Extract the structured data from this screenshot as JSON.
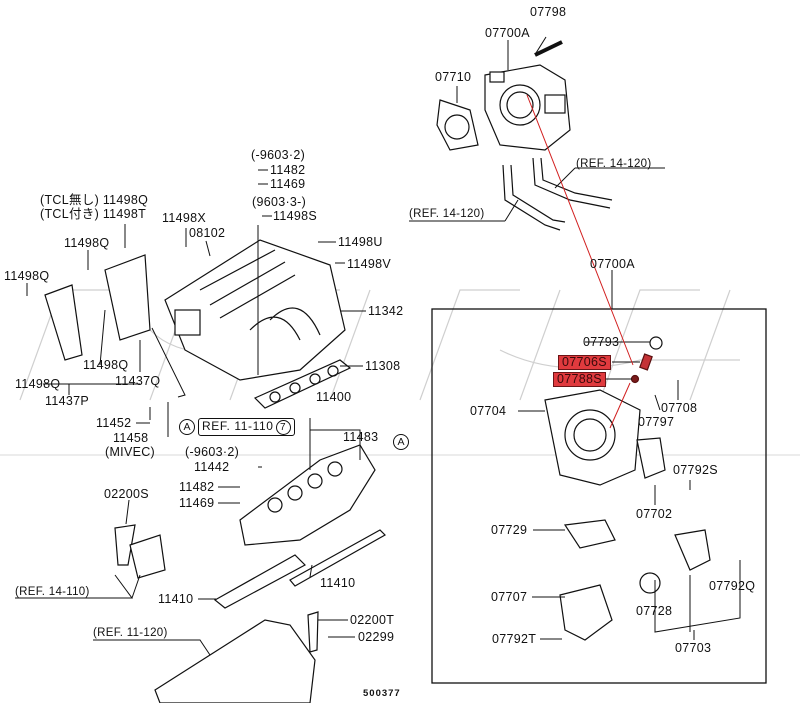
{
  "diagram": {
    "type": "exploded-parts-diagram",
    "subject": "Intake manifold and throttle body assembly",
    "code": "500377",
    "colors": {
      "highlight": "#e03a3e",
      "leader_line_red": "#d22020",
      "line": "#111111",
      "watermark": "#c8c8c8"
    },
    "top_assembly": {
      "labels": {
        "p07798": "07798",
        "p07700A_top": "07700A",
        "p07710": "07710",
        "ref_14_120_right": "(REF. 14-120)",
        "ref_14_120_left": "(REF. 14-120)",
        "p07700A_mid": "07700A"
      }
    },
    "manifold_upper": {
      "labels": {
        "note_9603_2": "(-9603·2)",
        "p11482": "11482",
        "p11469": "11469",
        "note_9603_3": "(9603·3-)",
        "p11498S": "11498S",
        "p11498U": "11498U",
        "p11498V": "11498V",
        "p11342": "11342",
        "p11308": "11308",
        "tcl_without": "(TCL無し) 11498Q",
        "tcl_with": "(TCL付き) 11498T",
        "p11498X": "11498X",
        "p08102": "08102",
        "p11498Q_a": "11498Q",
        "p11498Q_b": "11498Q",
        "p11498Q_c": "11498Q",
        "p11498Q_d": "11498Q",
        "p11437Q": "11437Q",
        "p11437P": "11437P",
        "p11452": "11452",
        "p11458": "11458",
        "mivec": "(MIVEC)"
      }
    },
    "manifold_lower": {
      "labels": {
        "p11400": "11400",
        "ref_11_110": "REF. 11-110",
        "ref_11_110_num": "7",
        "circle_a": "A",
        "circle_a_right": "A",
        "p11483": "11483",
        "note_9603_2b": "(-9603·2)",
        "p11442": "11442",
        "p11482b": "11482",
        "p11469b": "11469",
        "p02200S": "02200S",
        "ref_14_110": "(REF. 14-110)",
        "p11410_right": "11410",
        "p11410_left": "11410",
        "ref_11_120": "(REF. 11-120)",
        "p02200T": "02200T",
        "p02299": "02299"
      }
    },
    "throttle_inset": {
      "labels": {
        "p07793": "07793",
        "p07706S": "07706S",
        "p07788S": "07788S",
        "p07704": "07704",
        "p07708": "07708",
        "p07797": "07797",
        "p07792S": "07792S",
        "p07702": "07702",
        "p07729": "07729",
        "p07707": "07707",
        "p07728": "07728",
        "p07792Q": "07792Q",
        "p07792T": "07792T",
        "p07703": "07703"
      },
      "highlighted_parts": [
        "07706S",
        "07788S"
      ]
    }
  }
}
